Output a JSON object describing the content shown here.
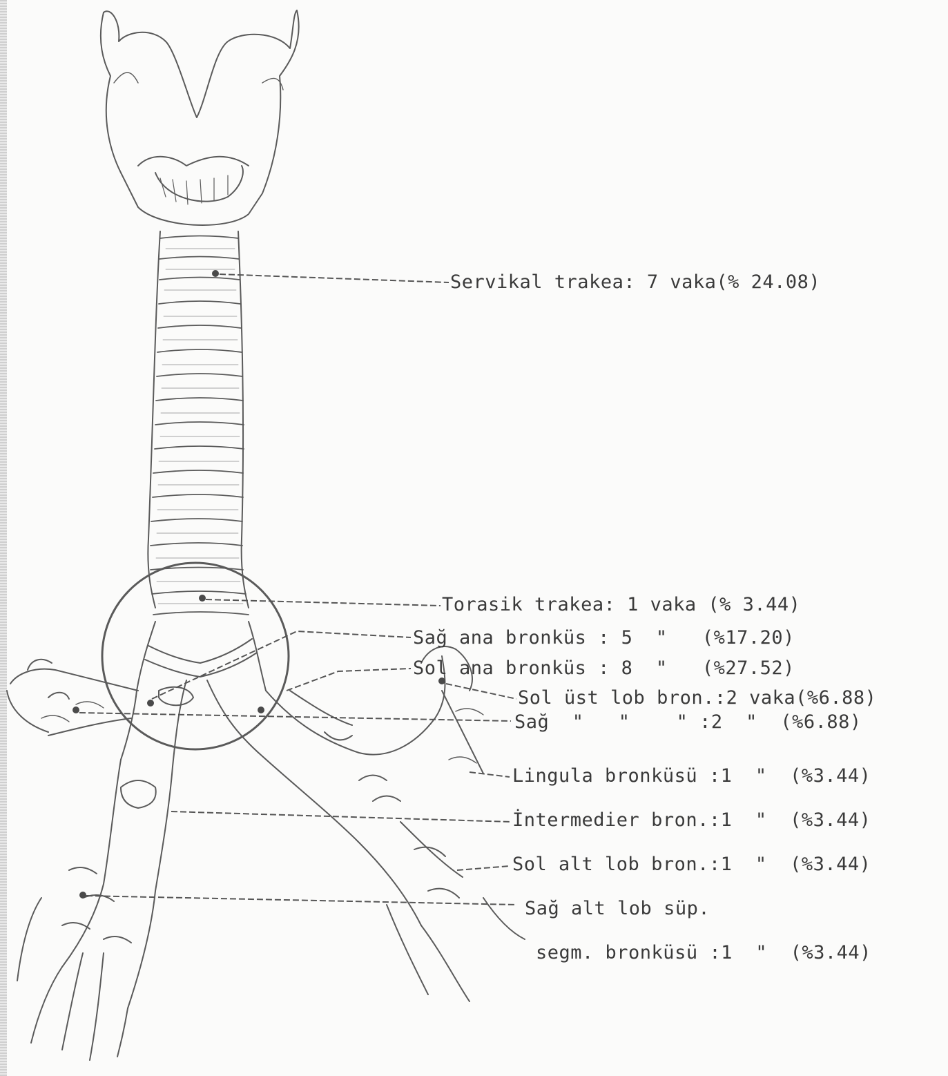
{
  "labels": {
    "servikal": "Servikal trakea: 7 vaka(% 24.08)",
    "torasik": "Torasik trakea: 1 vaka (% 3.44)",
    "sag_ana": "Sağ ana bronküs : 5  \"   (%17.20)",
    "sol_ana": "Sol ana bronküs : 8  \"   (%27.52)",
    "sol_ust": "Sol üst lob bron.:2 vaka(%6.88)",
    "sag_ust": "Sağ  \"   \"    \" :2  \"  (%6.88)",
    "lingula": "Lingula bronküsü :1  \"  (%3.44)",
    "intermedier": "İntermedier bron.:1  \"  (%3.44)",
    "sol_alt": "Sol alt lob bron.:1  \"  (%3.44)",
    "sag_alt_1": "Sağ alt lob süp.",
    "sag_alt_2": "segm. bronküsü :1  \"  (%3.44)"
  },
  "colors": {
    "ink": "#3a3a3a",
    "pencil": "#5a5a5a",
    "paper": "#fbfbfa"
  }
}
